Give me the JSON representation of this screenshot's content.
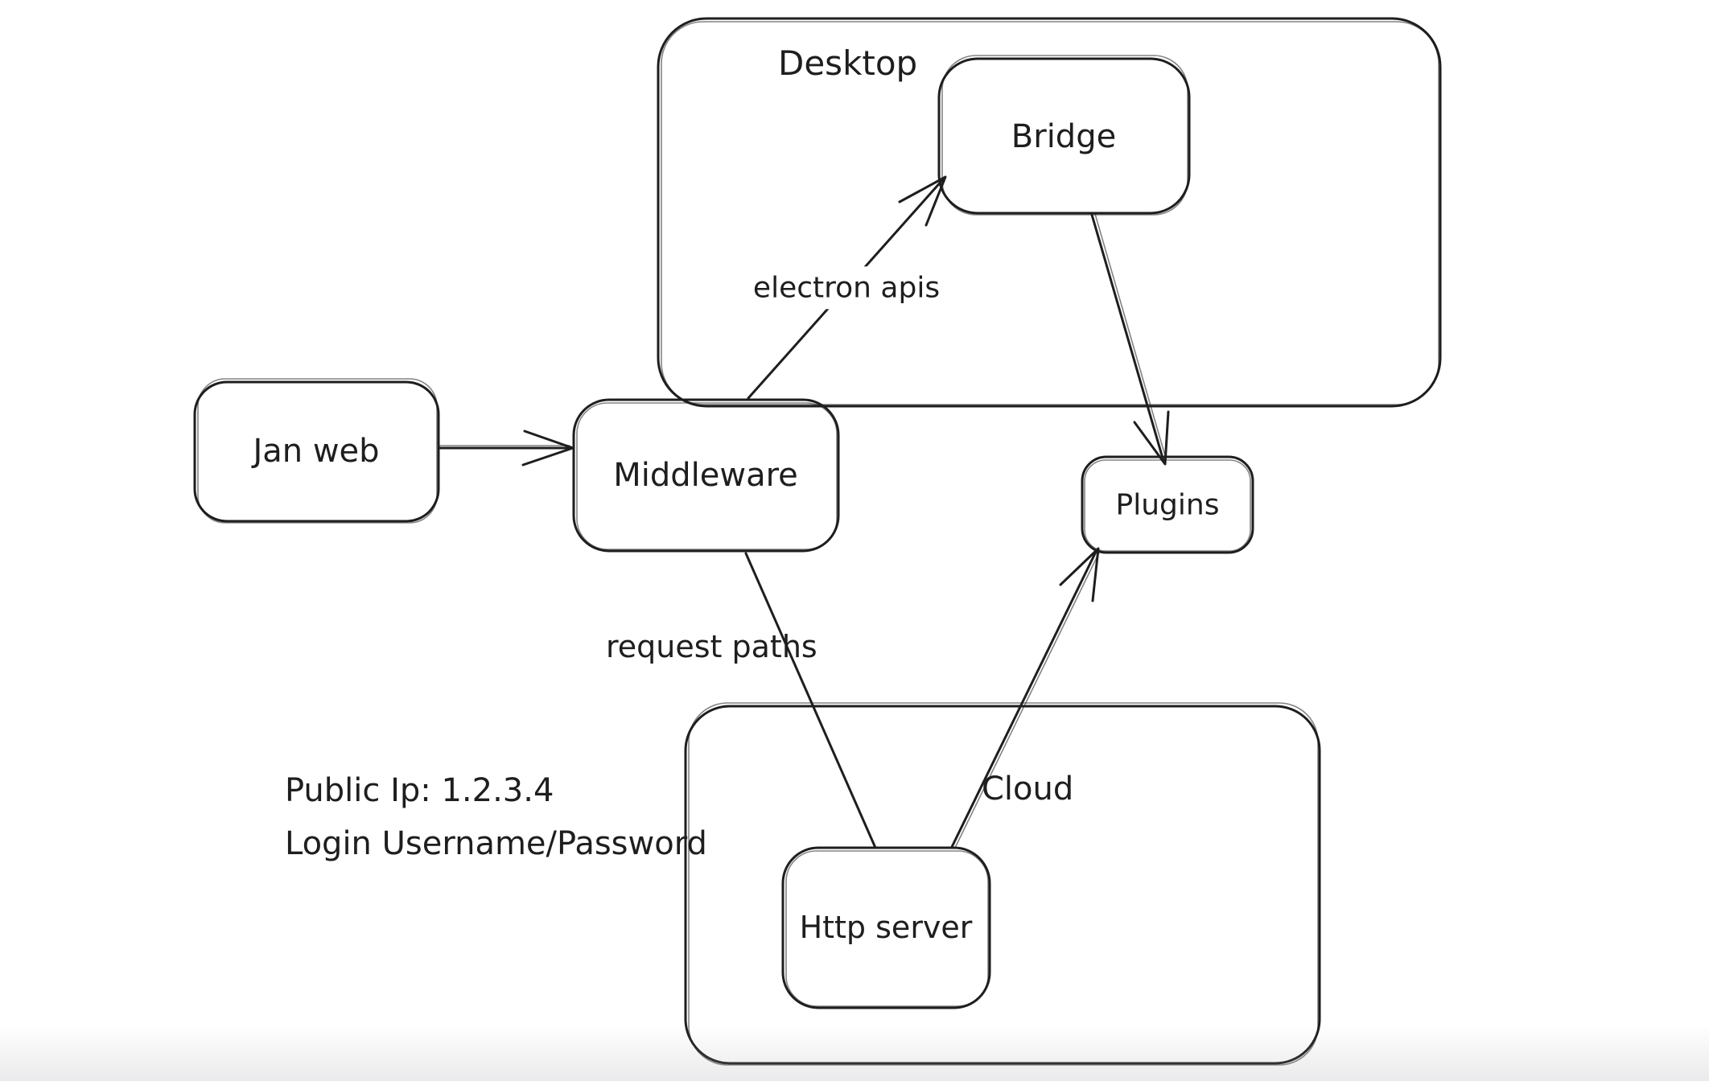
{
  "diagram": {
    "colors": {
      "stroke": "#1e1e1e",
      "background": "#ffffff"
    },
    "containers": [
      {
        "id": "desktop",
        "label": "Desktop"
      },
      {
        "id": "cloud",
        "label": "Cloud"
      }
    ],
    "nodes": [
      {
        "id": "jan-web",
        "label": "Jan web"
      },
      {
        "id": "middleware",
        "label": "Middleware"
      },
      {
        "id": "bridge",
        "label": "Bridge"
      },
      {
        "id": "plugins",
        "label": "Plugins"
      },
      {
        "id": "http-server",
        "label": "Http server"
      }
    ],
    "edges": [
      {
        "from": "jan-web",
        "to": "middleware",
        "label": "",
        "arrowhead": "end"
      },
      {
        "from": "middleware",
        "to": "bridge",
        "label": "electron apis",
        "arrowhead": "end"
      },
      {
        "from": "bridge",
        "to": "plugins",
        "label": "",
        "arrowhead": "end"
      },
      {
        "from": "middleware",
        "to": "http-server",
        "label": "request paths",
        "arrowhead": "none"
      },
      {
        "from": "http-server",
        "to": "plugins",
        "label": "",
        "arrowhead": "end"
      }
    ],
    "notes": {
      "line1": "Public Ip: 1.2.3.4",
      "line2": "Login Username/Password"
    }
  }
}
